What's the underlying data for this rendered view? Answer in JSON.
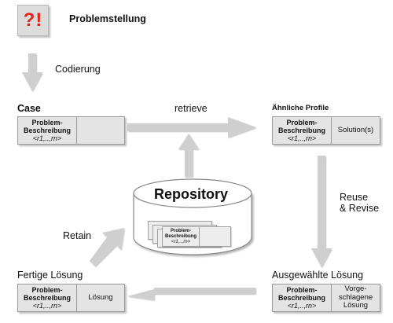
{
  "problem": {
    "icon_text": "?!",
    "title": "Problemstellung"
  },
  "arrows": {
    "codierung": "Codierung",
    "retrieve": "retrieve",
    "reuse": "Reuse",
    "revise": "& Revise",
    "retain": "Retain"
  },
  "case": {
    "title": "Case",
    "left_line1": "Problem-",
    "left_line2": "Beschreibung",
    "sequence": "<r1,..,rn>"
  },
  "similar": {
    "title": "Ähnliche Profile",
    "left_line1": "Problem-",
    "left_line2": "Beschreibung",
    "sequence": "<r1,..,rn>",
    "right": "Solution(s)"
  },
  "repository": {
    "title": "Repository",
    "card_line1": "Problem-",
    "card_line2": "Beschreibung",
    "card_seq": "<r1,..,rn>"
  },
  "finished": {
    "title": "Fertige Lösung",
    "left_line1": "Problem-",
    "left_line2": "Beschreibung",
    "sequence": "<r1,..,rn>",
    "right": "Lösung"
  },
  "selected": {
    "title": "Ausgewählte Lösung",
    "left_line1": "Problem-",
    "left_line2": "Beschreibung",
    "sequence": "<r1,..,rn>",
    "right_line1": "Vorge-",
    "right_line2": "schlagene",
    "right_line3": "Lösung"
  },
  "colors": {
    "arrow": "#cfcfcf",
    "box_fill": "#e4e4e4",
    "accent": "#e8231c"
  }
}
